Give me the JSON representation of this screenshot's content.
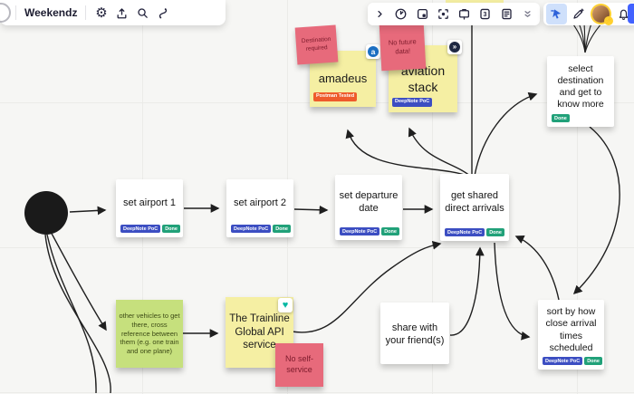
{
  "board": {
    "title": "Weekendz"
  },
  "toolbar_left": {
    "icons": [
      "logo",
      "settings",
      "export",
      "search",
      "integrations"
    ]
  },
  "toolbar_right": {
    "icons": [
      "expand-panel",
      "timer",
      "frames",
      "focus",
      "presentation",
      "pages",
      "notes",
      "collapse",
      "select-cursor",
      "magic-pen",
      "profile",
      "notifications",
      "share"
    ],
    "pages_badge": "3"
  },
  "canvas": {
    "nodes": [
      {
        "text": "set airport 1",
        "tags": [
          "DeepNote PoC",
          "Done"
        ]
      },
      {
        "text": "set airport 2",
        "tags": [
          "DeepNote PoC",
          "Done"
        ]
      },
      {
        "text": "set departure date",
        "tags": [
          "DeepNote PoC",
          "Done"
        ]
      },
      {
        "text": "get shared direct arrivals",
        "tags": [
          "DeepNote PoC",
          "Done"
        ]
      },
      {
        "text": "select destination and get to know more",
        "tags": [
          "Done"
        ]
      },
      {
        "text": "sort by how close arrival times scheduled",
        "tags": [
          "DeepNote PoC",
          "Done"
        ]
      },
      {
        "text": "share with your friend(s)",
        "tags": []
      }
    ],
    "stickies": [
      {
        "text": "amadeus",
        "tag": "Postman Tested",
        "logo": "amadeus"
      },
      {
        "text": "aviation stack",
        "tag": "DeepNote PoC",
        "logo": "aviationstack"
      },
      {
        "text": "Destination required"
      },
      {
        "text": "No future data!"
      },
      {
        "text": "The Trainline Global API service",
        "logo": "trainline"
      },
      {
        "text": "No self-service"
      },
      {
        "text": "other vehicles to get there, cross reference between them (e.g. one train and one plane)"
      }
    ],
    "icons": {
      "amadeus_glyph": "a",
      "aviationstack_glyph": "»",
      "trainline_glyph": "♥"
    }
  },
  "colors": {
    "sticky_yellow": "#f5efa3",
    "sticky_red": "#e76a7b",
    "sticky_green": "#c6e07d",
    "tag_blue": "#3c4ec2",
    "tag_green": "#21a179",
    "tag_orange": "#ee5b2c",
    "accent_blue": "#4262ff",
    "selected_tool_bg": "#cfe0fb"
  }
}
